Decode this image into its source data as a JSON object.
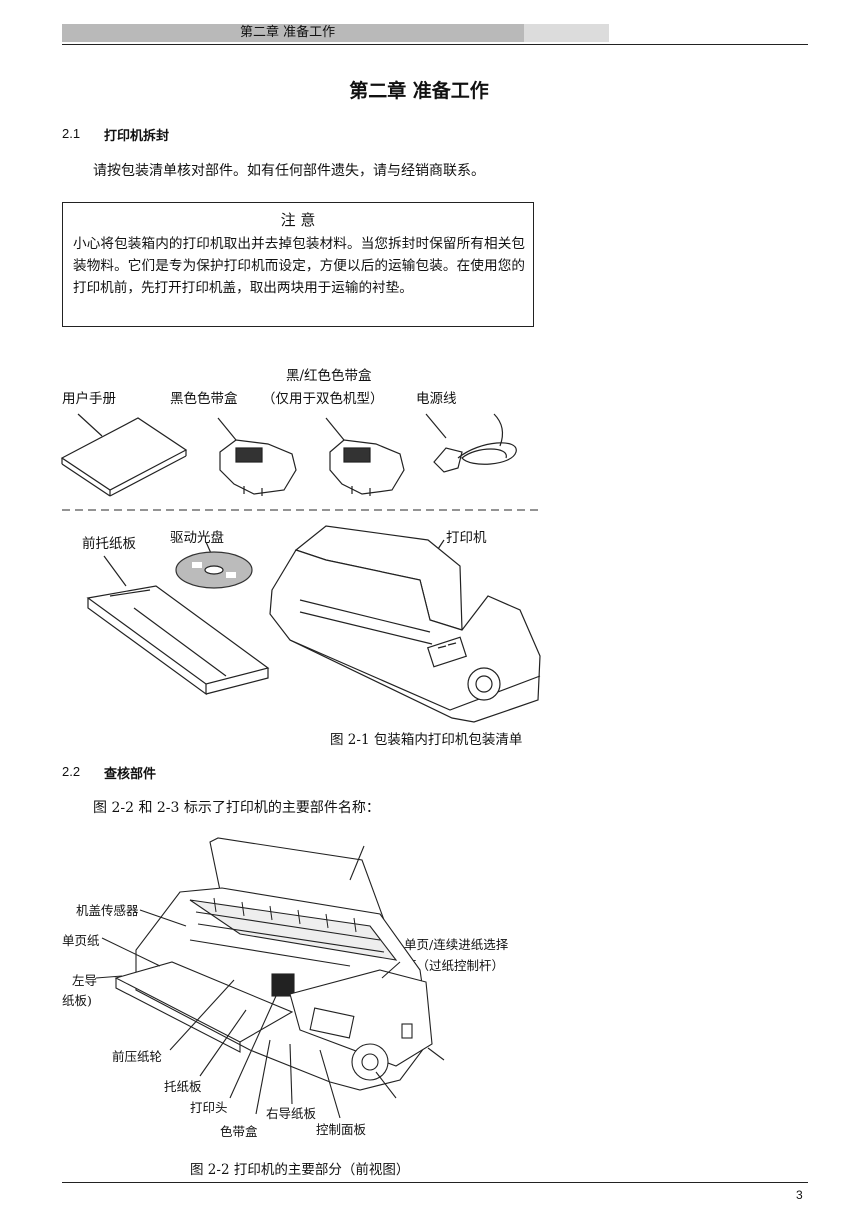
{
  "header": {
    "chapter": "第二章  准备工作"
  },
  "chapter_title": "第二章   准备工作",
  "sections": [
    {
      "num": "2.1",
      "title": "打印机拆封",
      "body": "请按包装清单核对部件。如有任何部件遗失，请与经销商联系。"
    },
    {
      "num": "2.2",
      "title": "查核部件",
      "body": "图 2-2 和 2-3 标示了打印机的主要部件名称："
    }
  ],
  "note": {
    "title": "注    意",
    "body": "小心将包装箱内的打印机取出并去掉包装材料。当您拆封时保留所有相关包装物料。它们是专为保护打印机而设定，方便以后的运输包装。在使用您的打印机前，先打开打印机盖，取出两块用于运输的衬垫。"
  },
  "figure1": {
    "labels": {
      "manual": "用户手册",
      "black_ribbon": "黑色色带盒",
      "color_ribbon_1": "黑/红色色带盒",
      "color_ribbon_2": "（仅用于双色机型）",
      "power_cord": "电源线",
      "front_tray": "前托纸板",
      "driver_cd": "驱动光盘",
      "printer": "打印机"
    },
    "caption": "图 2-1 包装箱内打印机包装清单"
  },
  "figure2": {
    "labels": {
      "cover_sensor": "机盖传感器",
      "single_sheet": "单页纸",
      "left_guide_1": "左导",
      "left_guide_2": "纸板)",
      "selector_1": "单页/连续进纸选择",
      "selector_2": "杆（过纸控制杆）",
      "front_roller": "前压纸轮",
      "paper_tray": "托纸板",
      "print_head": "打印头",
      "right_guide": "右导纸板",
      "ribbon": "色带盒",
      "control_panel": "控制面板"
    },
    "caption": "图 2-2  打印机的主要部分（前视图）"
  },
  "page_number": "3"
}
